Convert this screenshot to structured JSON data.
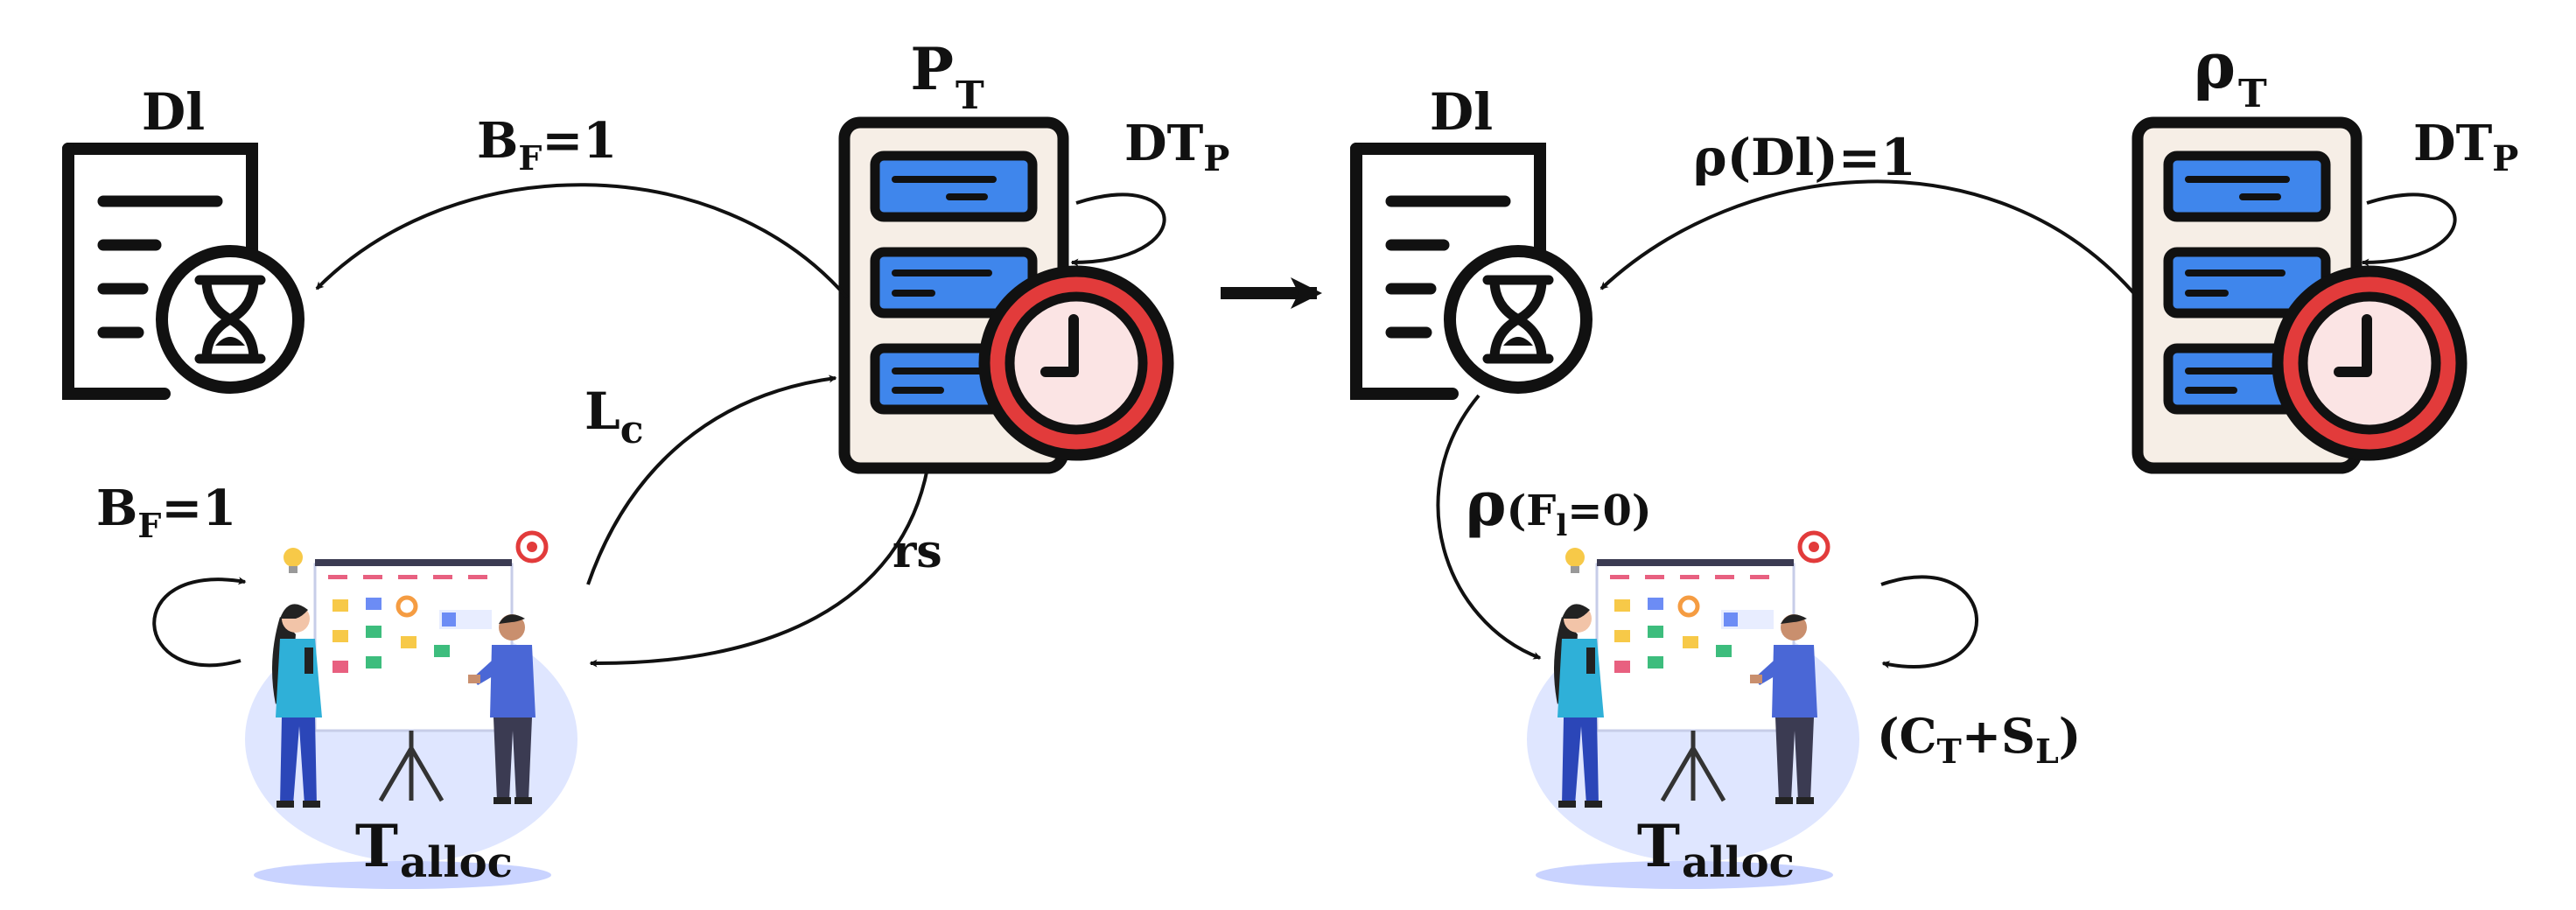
{
  "left_panel": {
    "deadline_label": "Dl",
    "project_label": "P",
    "project_sub": "T",
    "buffer_arrow_label": "B",
    "buffer_arrow_sub": "F",
    "buffer_arrow_value": "=1",
    "self_loop_label": "DT",
    "self_loop_sub": "P",
    "lc_label": "L",
    "lc_sub": "c",
    "rs_label": "rs",
    "team_buffer_label": "B",
    "team_buffer_sub": "F",
    "team_buffer_value": "=1",
    "team_label": "T",
    "team_sub": "alloc"
  },
  "right_panel": {
    "deadline_label": "Dl",
    "project_label": "ρ",
    "project_sub": "T",
    "prob_arrow_label": "ρ(Dl)=1",
    "self_loop_label": "DT",
    "self_loop_sub": "P",
    "rho_label": "ρ",
    "rho_paren": "(F",
    "rho_sub": "l",
    "rho_tail": "=0)",
    "cost_paren_open": "(C",
    "cost_sub1": "T",
    "cost_plus": "+S",
    "cost_sub2": "L",
    "cost_paren_close": ")",
    "team_label": "T",
    "team_sub": "alloc"
  },
  "colors": {
    "outline": "#111111",
    "doc_fill": "#f6eee6",
    "bar_blue": "#3f86ec",
    "clock_red": "#e23b3b",
    "person_blue": "#4a67d6",
    "person_teal": "#2fb0d8",
    "backdrop": "#dfe6ff"
  }
}
